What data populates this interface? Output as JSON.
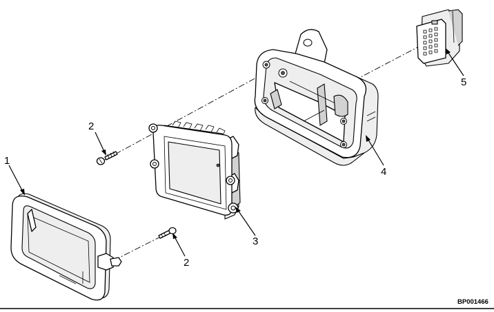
{
  "figure_id": "BP001466",
  "callouts": {
    "c1": "1",
    "c2_upper": "2",
    "c2_lower": "2",
    "c3": "3",
    "c4": "4",
    "c5": "5"
  }
}
